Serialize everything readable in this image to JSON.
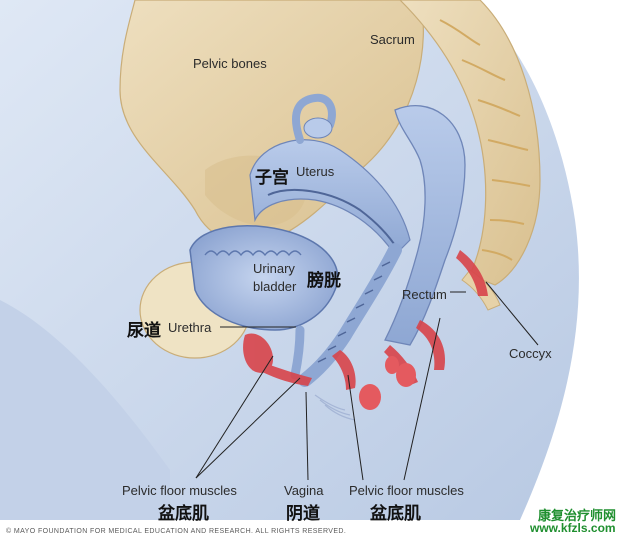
{
  "labels": {
    "pelvic_bones": "Pelvic bones",
    "sacrum": "Sacrum",
    "uterus": "Uterus",
    "uterus_cn": "子宫",
    "urinary_bladder_line1": "Urinary",
    "urinary_bladder_line2": "bladder",
    "bladder_cn": "膀胱",
    "rectum": "Rectum",
    "urethra": "Urethra",
    "urethra_cn": "尿道",
    "coccyx": "Coccyx",
    "pelvic_floor_left": "Pelvic floor muscles",
    "pelvic_floor_left_cn": "盆底肌",
    "vagina": "Vagina",
    "vagina_cn": "阴道",
    "pelvic_floor_right": "Pelvic floor muscles",
    "pelvic_floor_right_cn": "盆底肌"
  },
  "copyright": "© MAYO FOUNDATION FOR MEDICAL EDUCATION AND RESEARCH. ALL RIGHTS RESERVED.",
  "watermark": {
    "line1": "康复治疗师网",
    "line2": "www.kfzls.com"
  },
  "colors": {
    "skin": "#c9d6ea",
    "bone": "#e6d2a8",
    "organ_blue": "#a9bde0",
    "muscle_red": "#d8444a",
    "watermark_green": "#1f8f2f"
  }
}
